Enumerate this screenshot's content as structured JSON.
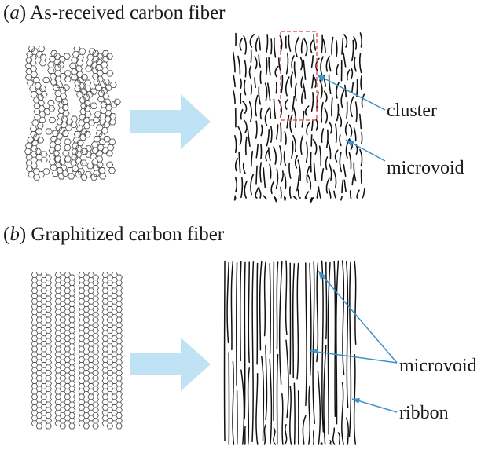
{
  "panels": [
    {
      "letter": "a",
      "title": "As-received carbon fiber",
      "callouts": [
        "cluster",
        "microvoid"
      ],
      "colors": {
        "arrow": "#bfe3f4",
        "highlight": "#e06060",
        "pointer": "#3d93c7"
      }
    },
    {
      "letter": "b",
      "title": "Graphitized carbon fiber",
      "callouts": [
        "microvoid",
        "ribbon"
      ],
      "colors": {
        "arrow": "#bfe3f4",
        "pointer": "#3d93c7"
      }
    }
  ]
}
